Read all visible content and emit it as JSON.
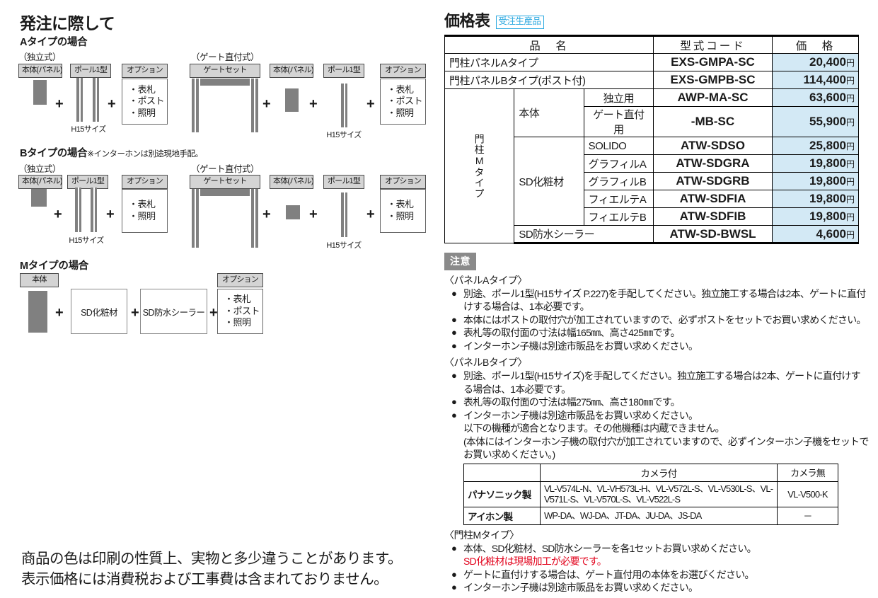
{
  "left": {
    "section_title": "発注に際して",
    "a_type": {
      "heading": "Aタイプの場合",
      "standalone_label": "（独立式）",
      "gate_label": "（ゲート直付式）",
      "chips": {
        "body_panel": "本体(パネル)",
        "pole": "ポール1型",
        "option": "オプション",
        "gate_set": "ゲートセット"
      },
      "h15": "H15サイズ",
      "plus": "+",
      "options": [
        "・表札",
        "・ポスト",
        "・照明"
      ]
    },
    "b_type": {
      "heading": "Bタイプの場合",
      "heading_note": "※インターホンは別途現地手配。",
      "standalone_label": "（独立式）",
      "gate_label": "（ゲート直付式）",
      "chips": {
        "body_panel": "本体(パネル)",
        "pole": "ポール1型",
        "option": "オプション",
        "gate_set": "ゲートセット"
      },
      "h15": "H15サイズ",
      "plus": "+",
      "options": [
        "・表札",
        "・照明"
      ]
    },
    "m_type": {
      "heading": "Mタイプの場合",
      "chips": {
        "body": "本体",
        "option": "オプション"
      },
      "box1": "SD化粧材",
      "box2": "SD防水シーラー",
      "plus": "+",
      "options": [
        "・表札",
        "・ポスト",
        "・照明"
      ]
    },
    "disclaimer_line1": "商品の色は印刷の性質上、実物と多少違うことがあります。",
    "disclaimer_line2": "表示価格には消費税および工事費は含まれておりません。"
  },
  "right": {
    "price_title": "価格表",
    "made_to_order_badge": "受注生産品",
    "table_headers": {
      "name": "品　名",
      "code": "型式コード",
      "price": "価　格"
    },
    "group_label_vertical": "門柱Mタイプ",
    "groups": {
      "body": "本体",
      "sd_finish": "SD化粧材"
    },
    "rows": [
      {
        "name": "門柱パネルAタイプ",
        "code": "EXS-GMPA-SC",
        "price": "20,400",
        "yen": "円"
      },
      {
        "name": "門柱パネルBタイプ(ポスト付)",
        "code": "EXS-GMPB-SC",
        "price": "114,400",
        "yen": "円"
      },
      {
        "name": "独立用",
        "code": "AWP-MA-SC",
        "price": "63,600",
        "yen": "円"
      },
      {
        "name": "ゲート直付用",
        "code": "-MB-SC",
        "price": "55,900",
        "yen": "円"
      },
      {
        "name": "SOLIDO",
        "code": "ATW-SDSO",
        "price": "25,800",
        "yen": "円"
      },
      {
        "name": "グラフィルA",
        "code": "ATW-SDGRA",
        "price": "19,800",
        "yen": "円"
      },
      {
        "name": "グラフィルB",
        "code": "ATW-SDGRB",
        "price": "19,800",
        "yen": "円"
      },
      {
        "name": "フィエルテA",
        "code": "ATW-SDFIA",
        "price": "19,800",
        "yen": "円"
      },
      {
        "name": "フィエルテB",
        "code": "ATW-SDFIB",
        "price": "19,800",
        "yen": "円"
      },
      {
        "name": "SD防水シーラー",
        "code": "ATW-SD-BWSL",
        "price": "4,600",
        "yen": "円"
      }
    ],
    "notice_badge": "注意",
    "panel_a": {
      "title": "〈パネルAタイプ〉",
      "items": [
        "別途、ポール1型(H15サイズ P.227)を手配してください。独立施工する場合は2本、ゲートに直付けする場合は、1本必要です。",
        "本体にはポストの取付穴が加工されていますので、必ずポストをセットでお買い求めください。",
        "表札等の取付面の寸法は幅165㎜、高さ425㎜です。",
        "インターホン子機は別途市販品をお買い求めください。"
      ]
    },
    "panel_b": {
      "title": "〈パネルBタイプ〉",
      "items": [
        "別途、ポール1型(H15サイズ)を手配してください。独立施工する場合は2本、ゲートに直付けする場合は、1本必要です。",
        "表札等の取付面の寸法は幅275㎜、高さ180㎜です。",
        "インターホン子機は別途市販品をお買い求めください。"
      ],
      "extra_lines": [
        "以下の機種が適合となります。その他機種は内蔵できません。",
        "(本体にはインターホン子機の取付穴が加工されていますので、必ずインターホン子機をセットでお買い求めください。)"
      ]
    },
    "camera_table": {
      "headers": {
        "blank": "",
        "with_camera": "カメラ付",
        "without_camera": "カメラ無"
      },
      "rows": [
        {
          "maker": "パナソニック製",
          "models": "VL-V574L-N、VL-VH573L-H、VL-V572L-S、VL-V530L-S、VL-V571L-S、VL-V570L-S、VL-V522L-S",
          "no_camera": "VL-V500-K"
        },
        {
          "maker": "アイホン製",
          "models": "WP-DA、WJ-DA、JT-DA、JU-DA、JS-DA",
          "no_camera": "－"
        }
      ]
    },
    "mon_m": {
      "title": "〈門柱Mタイプ〉",
      "item1": "本体、SD化粧材、SD防水シーラーを各1セットお買い求めください。",
      "item1_red": "SD化粧材は現場加工が必要です。",
      "item2": "ゲートに直付けする場合は、ゲート直付用の本体をお選びください。",
      "item3": "インターホン子機は別途市販品をお買い求めください。"
    }
  },
  "colors": {
    "panel_gray": "#808080",
    "chip_gray": "#d4d4d4",
    "price_cell_blue": "#d3e9f5",
    "badge_cyan": "#2aa8e0",
    "red_text": "#e2001a",
    "notice_badge_gray": "#8a8a8a"
  }
}
